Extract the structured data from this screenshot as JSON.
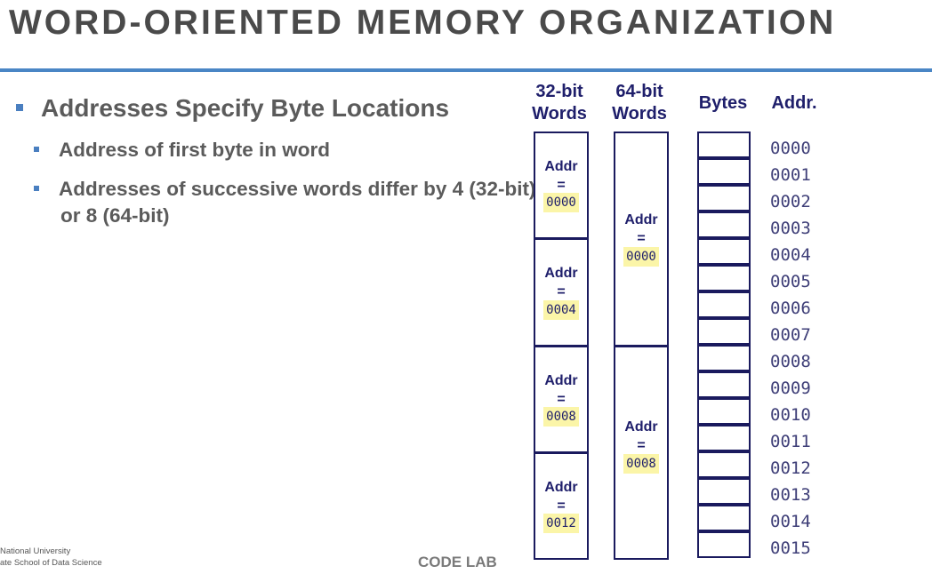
{
  "slide": {
    "title": "WORD-ORIENTED MEMORY ORGANIZATION"
  },
  "bullets": {
    "main": "Addresses Specify Byte Locations",
    "sub": [
      "Address of first byte in word",
      "Addresses of successive words differ by 4 (32-bit) or 8 (64-bit)"
    ]
  },
  "diagram": {
    "headers": {
      "words32": "32-bit Words",
      "words64": "64-bit Words",
      "bytes": "Bytes",
      "addr": "Addr."
    },
    "words32": [
      {
        "label": "Addr",
        "eq": "=",
        "addr": "0000"
      },
      {
        "label": "Addr",
        "eq": "=",
        "addr": "0004"
      },
      {
        "label": "Addr",
        "eq": "=",
        "addr": "0008"
      },
      {
        "label": "Addr",
        "eq": "=",
        "addr": "0012"
      }
    ],
    "words64": [
      {
        "label": "Addr",
        "eq": "=",
        "addr": "0000"
      },
      {
        "label": "Addr",
        "eq": "=",
        "addr": "0008"
      }
    ],
    "byte_addresses": [
      "0000",
      "0001",
      "0002",
      "0003",
      "0004",
      "0005",
      "0006",
      "0007",
      "0008",
      "0009",
      "0010",
      "0011",
      "0012",
      "0013",
      "0014",
      "0015"
    ]
  },
  "footer": {
    "institution_line1": "National University",
    "institution_line2": "ate School of Data Science",
    "brand": "CODE LAB"
  },
  "colors": {
    "accent": "#4a86c5",
    "diagram_text": "#1f1f6b",
    "highlight": "#fbf5a8"
  }
}
